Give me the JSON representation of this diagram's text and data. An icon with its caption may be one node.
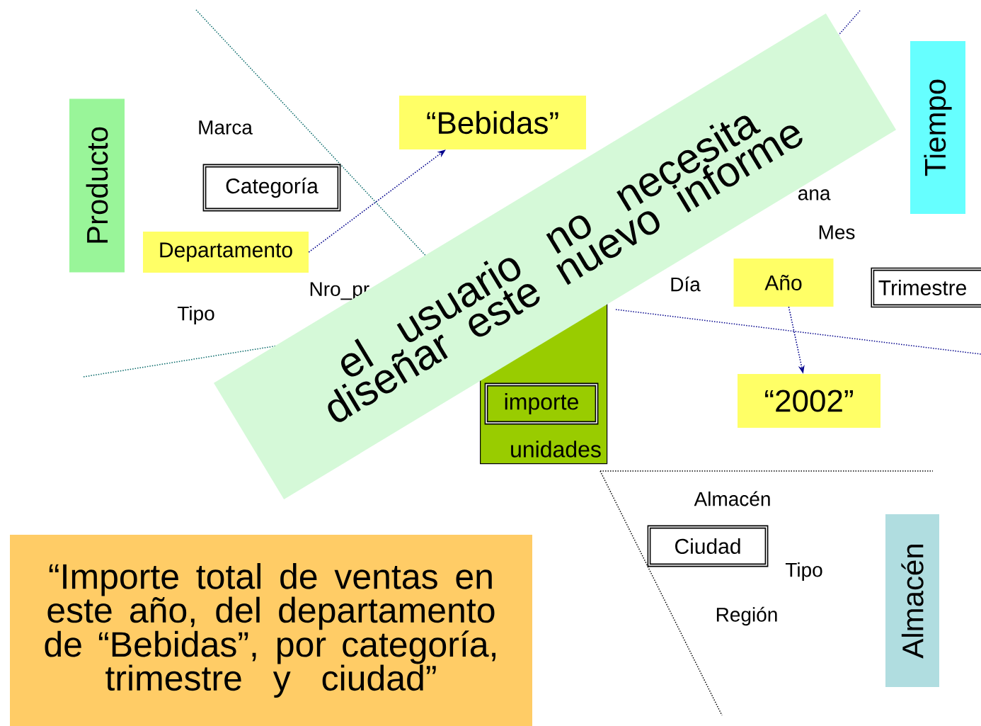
{
  "diagram": {
    "nodes": [
      {
        "text": [
          "Producto"
        ]
      },
      {
        "text": [
          "Categoría"
        ]
      },
      {
        "text": [
          "Departamento"
        ]
      },
      {
        "text": [
          "“Bebidas”"
        ]
      },
      {
        "text": [
          "Tiempo"
        ]
      },
      {
        "text": [
          "Año"
        ]
      },
      {
        "text": [
          "Trimestre"
        ]
      },
      {
        "text": [
          "“2002”"
        ]
      },
      {
        "text": [
          "unidades"
        ]
      },
      {
        "text": [
          "importe"
        ],
        "in": 8
      },
      {
        "text": [
          "Ciudad"
        ]
      },
      {
        "text": [
          "Almacén"
        ]
      },
      {
        "text": [
          "“Importe total de ventas en este año, del departamento de “Bebidas”, por categoría, trimestre y ciudad”"
        ]
      },
      {
        "text": [
          "el usuario no necesita diseñar este nuevo informe"
        ]
      }
    ],
    "edges": [
      {
        "from": 2,
        "to": 3,
        "arrow": "to"
      },
      {
        "from": 5,
        "to": 7,
        "arrow": "to"
      }
    ],
    "labels": [
      "Marca",
      "ana",
      "Mes",
      "Día",
      "Nro_pr",
      "Tipo",
      "Almacén",
      "Tipo",
      "Región"
    ]
  }
}
